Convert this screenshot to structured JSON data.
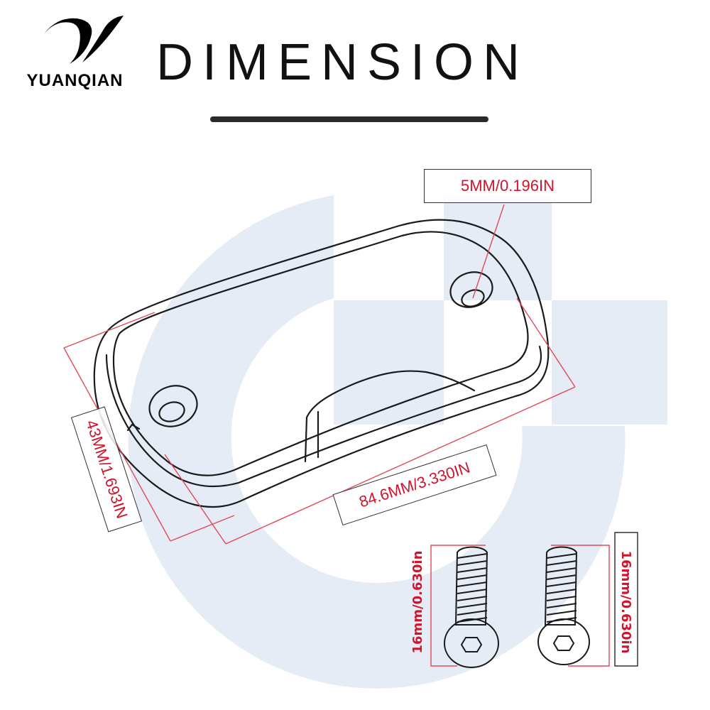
{
  "brand": {
    "name": "YUANQIAN"
  },
  "header": {
    "title": "DIMENSION"
  },
  "dimensions": {
    "hole": "5MM/0.196IN",
    "length": "84.6MM/3.330IN",
    "width": "43MM/1.693IN"
  },
  "screws": {
    "left_length": "16mm/0.630in",
    "right_length": "16mm/0.630in"
  },
  "colors": {
    "dimension_text": "#d0142c",
    "dimension_line": "#e04a5a",
    "outline": "#1a1a1a",
    "watermark": "#e6ecf5"
  }
}
